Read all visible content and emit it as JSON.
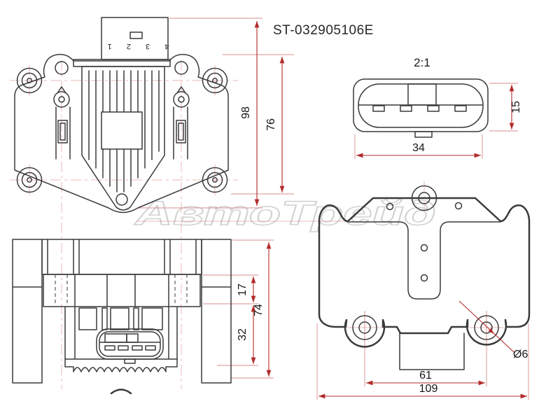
{
  "drawing": {
    "part_number": "ST-032905106E",
    "watermark_text": "АвтоТрейд",
    "detail_scale": "2:1",
    "connector_pin_labels": "4 3 2 1"
  },
  "dimensions": {
    "top_view": {
      "overall_height": "98",
      "body_height": "76"
    },
    "connector_detail": {
      "width": "34",
      "height": "15"
    },
    "front_view": {
      "upper_section": "17",
      "lower_section": "32",
      "overall_height": "74"
    },
    "rear_view": {
      "hole_spacing": "61",
      "overall_width": "109",
      "hole_diameter": "Ø6"
    }
  },
  "colors": {
    "line": "#3a3a3a",
    "dimension_red": "#b32b2b",
    "centerline_pink": "#ecb8b8",
    "extension_red": "#d98d8d",
    "watermark_gray": "#c9c9c9",
    "background": "#ffffff"
  }
}
